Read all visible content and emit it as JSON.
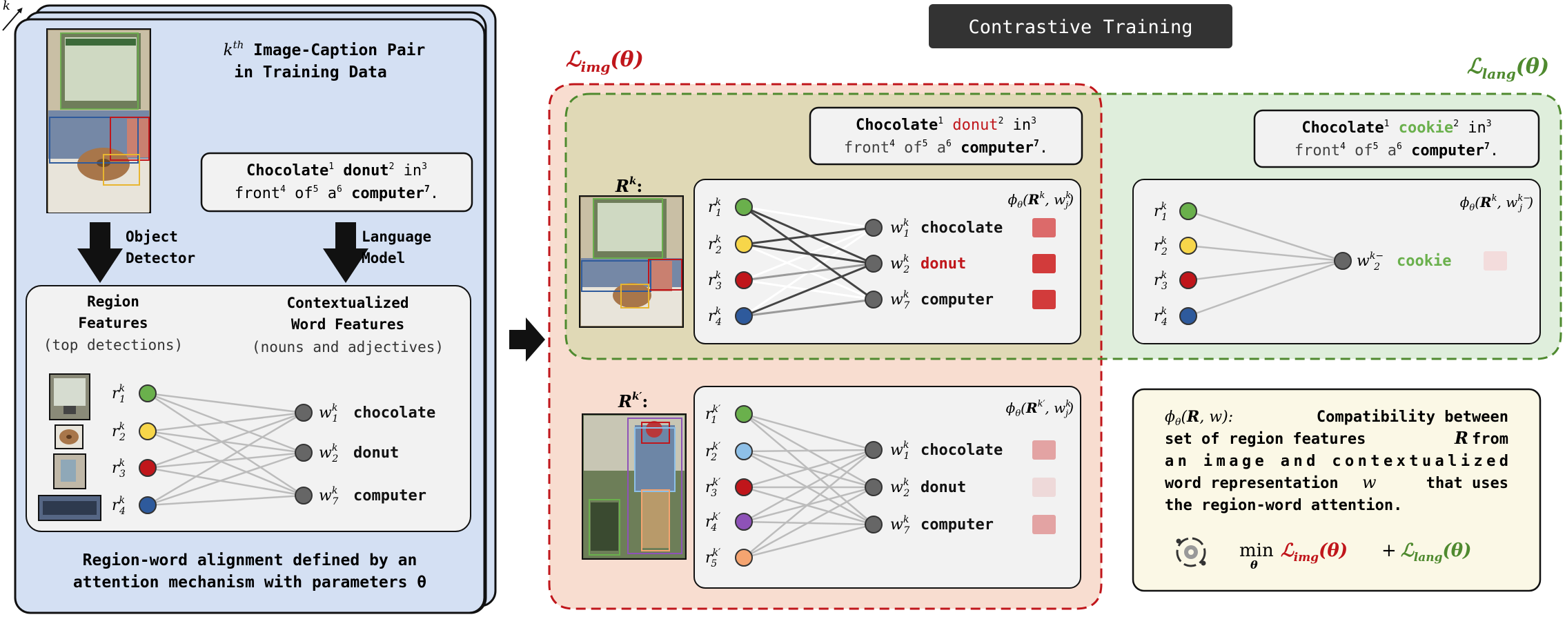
{
  "title": "Contrastive Training",
  "colors": {
    "blue_panel": "#d4e0f3",
    "red_region": "#f8ddd0",
    "red_border": "#c0161b",
    "green_region": "#dfeedc",
    "green_border": "#4f8a2f",
    "overlap": "#e0d9b6",
    "gray_box": "#f2f2f2",
    "note_box": "#fbf8e6",
    "r1": "#6ab04c",
    "r2": "#f7d64a",
    "r3": "#c0161b",
    "r4": "#2e5a9c",
    "r2_neg": "#8ec0e8",
    "r4_neg": "#8e52b8",
    "r5_neg": "#f5a470",
    "score_strong": "#d23b3b",
    "score_mid": "#dc6a6a",
    "score_light": "#e3a3a3",
    "score_faint": "#eed9d9",
    "score_neg": "#f3dcdc",
    "donut_red": "#c0161b",
    "cookie_green": "#6ab04c"
  },
  "stack_index": "k",
  "left": {
    "pair_title_sup": "th",
    "pair_title_k": "k",
    "pair_title_line1": "Image-Caption Pair",
    "pair_title_line2": "in Training Data",
    "caption": {
      "w1": "Chocolate",
      "n1": "1",
      "w2": "donut",
      "n2": "2",
      "w3": "in",
      "n3": "3",
      "w4": "front",
      "n4": "4",
      "w5": "of",
      "n5": "5",
      "w6": "a",
      "n6": "6",
      "w7": "computer",
      "n7": "7",
      "period": "."
    },
    "object_detector_line1": "Object",
    "object_detector_line2": "Detector",
    "language_model_line1": "Language",
    "language_model_line2": "Model",
    "region_features_line1": "Region",
    "region_features_line2": "Features",
    "region_features_note": "(top detections)",
    "word_features_line1": "Contextualized",
    "word_features_line2": "Word Features",
    "word_features_note": "(nouns and adjectives)",
    "words": [
      "chocolate",
      "donut",
      "computer"
    ],
    "word_indices": [
      "1",
      "2",
      "7"
    ],
    "region_indices": [
      "1",
      "2",
      "3",
      "4"
    ],
    "footer_line1": "Region-word alignment defined by an",
    "footer_line2": "attention mechanism with parameters θ"
  },
  "loss_img": {
    "main": "ℒ",
    "sub": "img",
    "arg": "(θ)"
  },
  "loss_lang": {
    "main": "ℒ",
    "sub": "lang",
    "arg": "(θ)"
  },
  "pos_panel": {
    "label": "R",
    "label_sup": "k",
    "label_colon": ":",
    "caption": {
      "w1": "Chocolate",
      "n1": "1",
      "w2": "donut",
      "n2": "2",
      "w3": "in",
      "n3": "3",
      "w4": "front",
      "n4": "4",
      "w5": "of",
      "n5": "5",
      "w6": "a",
      "n6": "6",
      "w7": "computer",
      "n7": "7",
      "period": "."
    },
    "phi": "ϕθ(Rk, wjk)",
    "words": [
      "chocolate",
      "donut",
      "computer"
    ],
    "word_indices": [
      "1",
      "2",
      "7"
    ],
    "region_indices": [
      "1",
      "2",
      "3",
      "4"
    ]
  },
  "lang_panel": {
    "caption": {
      "w1": "Chocolate",
      "n1": "1",
      "w2": "cookie",
      "n2": "2",
      "w3": "in",
      "n3": "3",
      "w4": "front",
      "n4": "4",
      "w5": "of",
      "n5": "5",
      "w6": "a",
      "n6": "6",
      "w7": "computer",
      "n7": "7",
      "period": "."
    },
    "phi": "ϕθ(Rk, wjk−)",
    "word": "cookie",
    "word_index": "2",
    "region_indices": [
      "1",
      "2",
      "3",
      "4"
    ]
  },
  "neg_panel": {
    "label": "R",
    "label_sup": "k′",
    "label_colon": ":",
    "phi": "ϕθ(Rk′, wjk)",
    "words": [
      "chocolate",
      "donut",
      "computer"
    ],
    "word_indices": [
      "1",
      "2",
      "7"
    ],
    "region_indices": [
      "1",
      "2",
      "3",
      "4",
      "5"
    ]
  },
  "note": {
    "phi": "ϕθ(R, w):",
    "line1": "Compatibility between",
    "line2a": "set of region features",
    "line2b": "R",
    "line2c": "from",
    "line3": "an image and contextualized",
    "line4a": "word representation",
    "line4b": "w",
    "line4c": "that uses",
    "line5": "the region-word attention.",
    "objective_min": "min",
    "objective_sub": "θ",
    "objective_plus": "+"
  }
}
